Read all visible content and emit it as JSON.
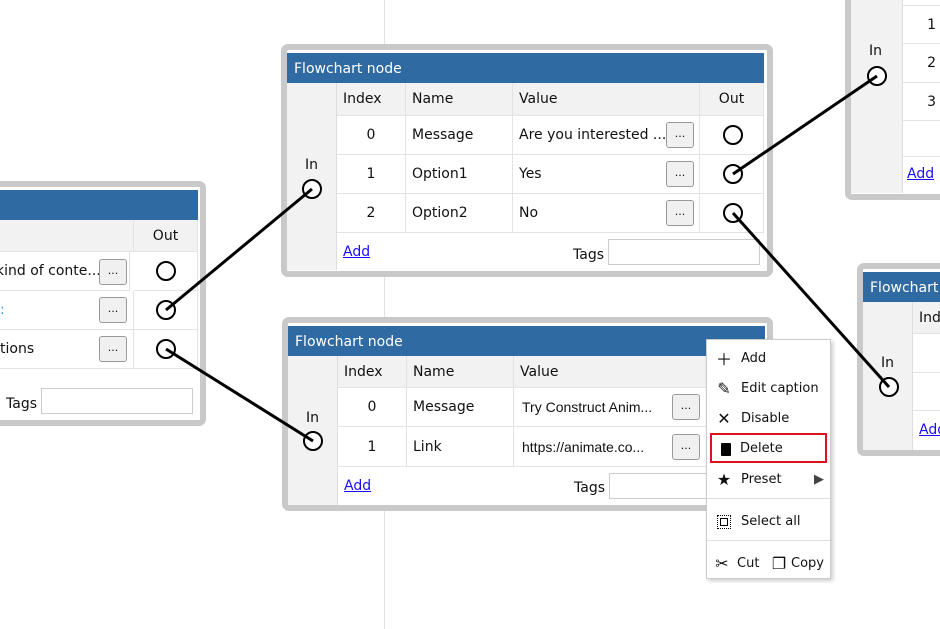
{
  "node_title": "Flowchart node",
  "node_title_partial": "Flowchart",
  "in_label": "In",
  "out_label": "Out",
  "add_label": "Add",
  "tags_label": "Tags",
  "columns": {
    "index": "Index",
    "name": "Name",
    "value": "Value",
    "index_partial": "Ind"
  },
  "top_node": {
    "rows": [
      {
        "index": "0",
        "name": "Message",
        "value": "Are you interested ..."
      },
      {
        "index": "1",
        "name": "Option1",
        "value": "Yes"
      },
      {
        "index": "2",
        "name": "Option2",
        "value": "No"
      }
    ]
  },
  "bottom_node": {
    "rows": [
      {
        "index": "0",
        "name": "Message",
        "value": "Try Construct Anim..."
      },
      {
        "index": "1",
        "name": "Link",
        "value": "https://animate.co..."
      }
    ]
  },
  "left_node": {
    "rows": [
      {
        "value": "kind of conte..."
      },
      {
        "value": ":"
      },
      {
        "value": "tions"
      }
    ]
  },
  "topright_node": {
    "rows": [
      {
        "index": "1"
      },
      {
        "index": "2"
      },
      {
        "index": "3"
      }
    ]
  },
  "dots": "...",
  "context_menu": {
    "items": [
      {
        "label": "Add",
        "icon": "plus-icon"
      },
      {
        "label": "Edit caption",
        "icon": "pencil-icon"
      },
      {
        "label": "Disable",
        "icon": "x-icon"
      },
      {
        "label": "Delete",
        "icon": "trash-icon",
        "highlighted": true
      },
      {
        "label": "Preset",
        "icon": "star-icon",
        "submenu": true
      },
      {
        "label": "Select all",
        "icon": "select-all-icon"
      },
      {
        "label": "Cut",
        "icon": "scissors-icon"
      },
      {
        "label": "Copy",
        "icon": "copy-icon"
      }
    ]
  },
  "colors": {
    "header": "#2f6aa3",
    "highlight": "#e0101e",
    "link": "#1a0dff"
  }
}
